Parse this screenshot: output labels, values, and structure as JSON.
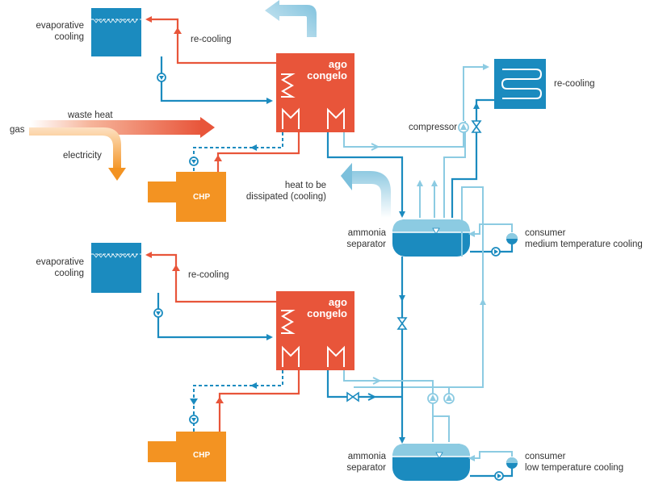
{
  "colors": {
    "hot": "#e8553a",
    "cold_dark": "#1b8bbf",
    "cold_light": "#8ccbe2",
    "chp": "#f39322",
    "arrow_light": "#7cc0dc",
    "text": "#333333"
  },
  "labels": {
    "evap_top": "evaporative\ncooling",
    "evap_bottom": "evaporative\ncooling",
    "recool_top": "re-cooling",
    "recool_bottom": "re-cooling",
    "recool_right": "re-cooling",
    "ago_top": "ago\ncongelo",
    "ago_bottom": "ago\ncongelo",
    "waste_heat": "waste heat",
    "gas": "gas",
    "electricity": "electricity",
    "chp_top": "CHP",
    "chp_bottom": "CHP",
    "compressor": "compressor",
    "heat_dissipated": "heat to be\ndissipated (cooling)",
    "ammonia_top": "ammonia\nseparator",
    "ammonia_bottom": "ammonia\nseparator",
    "consumer_medium": "consumer\nmedium temperature cooling",
    "consumer_low": "consumer\nlow temperature cooling"
  }
}
